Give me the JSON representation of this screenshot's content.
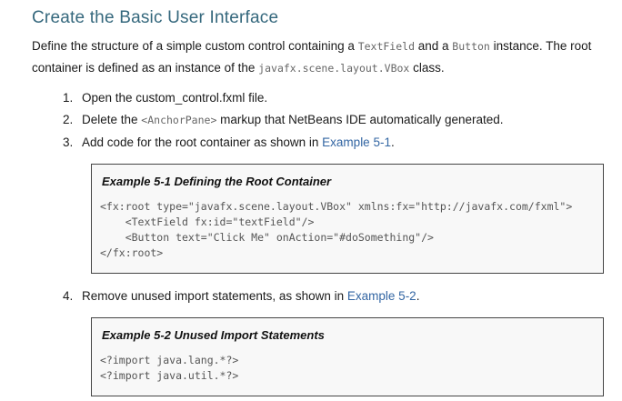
{
  "page": {
    "title": "Create the Basic User Interface",
    "intro": {
      "part1": "Define the structure of a simple custom control containing a ",
      "code1": "TextField",
      "part2": " and a ",
      "code2": "Button",
      "part3": " instance. The root container is defined as an instance of the ",
      "code3": "javafx.scene.layout.VBox",
      "part4": " class."
    },
    "steps": [
      {
        "number": "1.",
        "pre": "Open the custom_control.fxml file."
      },
      {
        "number": "2.",
        "pre": "Delete the ",
        "code": "<AnchorPane>",
        "post": " markup that NetBeans IDE automatically generated."
      },
      {
        "number": "3.",
        "pre": "Add code for the root container as shown in ",
        "link": "Example 5-1",
        "post": "."
      },
      {
        "number": "4.",
        "pre": "Remove unused import statements, as shown in ",
        "link": "Example 5-2",
        "post": "."
      }
    ],
    "examples": [
      {
        "title": "Example 5-1 Defining the Root Container",
        "code": "<fx:root type=\"javafx.scene.layout.VBox\" xmlns:fx=\"http://javafx.com/fxml\">\n    <TextField fx:id=\"textField\"/>\n    <Button text=\"Click Me\" onAction=\"#doSomething\"/>\n</fx:root>"
      },
      {
        "title": "Example 5-2 Unused Import Statements",
        "code": "<?import java.lang.*?>\n<?import java.util.*?>"
      }
    ],
    "colors": {
      "heading": "#35687D",
      "link": "#3366A3",
      "body_text": "#1A1A1A",
      "inline_code": "#666666",
      "code_text": "#555555",
      "box_background": "#F8F8F8",
      "box_border": "#454545"
    }
  }
}
